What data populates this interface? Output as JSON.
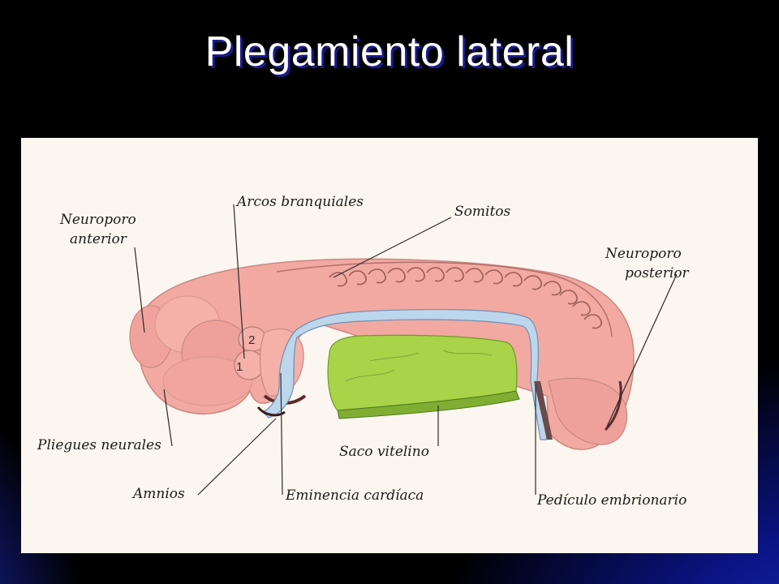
{
  "slide": {
    "title": "Plegamiento lateral"
  },
  "figure": {
    "labels": {
      "neuroporo_anterior_line1": "Neuroporo",
      "neuroporo_anterior_line2": "anterior",
      "arcos_branquiales": "Arcos branquiales",
      "somitos": "Somitos",
      "neuroporo_posterior_line1": "Neuroporo",
      "neuroporo_posterior_line2": "posterior",
      "pliegues_neurales": "Pliegues neurales",
      "saco_vitelino": "Saco vitelino",
      "amnios": "Amnios",
      "eminencia_cardiaca": "Eminencia cardíaca",
      "pediculo_embrionario": "Pedículo embrionario",
      "arch_number_1": "1",
      "arch_number_2": "2"
    },
    "colors": {
      "paper": "#fbf6ef",
      "embryo": "#f2a9a2",
      "embryo_shadow": "#d98a84",
      "amnion": "#bcd6ec",
      "yolk_sac": "#a9d44a",
      "yolk_sac_dark": "#5f8f24"
    }
  }
}
